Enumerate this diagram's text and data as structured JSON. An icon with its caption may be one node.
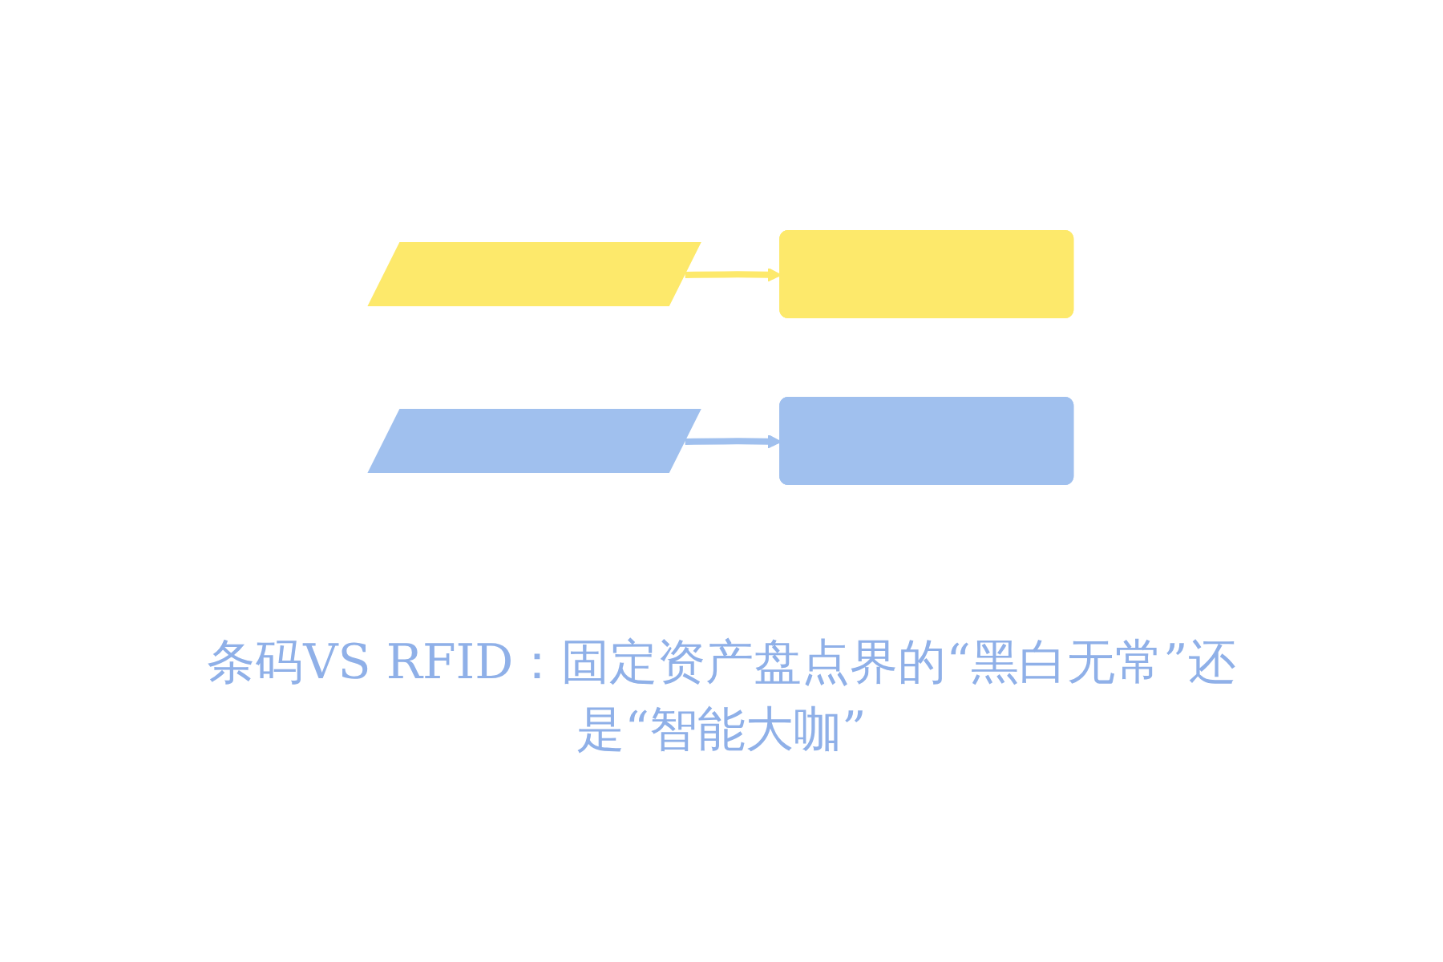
{
  "diagram": {
    "title": "条码VS RFID：固定资产盘点界的“黑白无常”还是“智能大咖”",
    "nodes": [
      {
        "text": [],
        "shape": "parallelogram"
      },
      {
        "text": [],
        "shape": "box"
      },
      {
        "text": [],
        "shape": "parallelogram"
      },
      {
        "text": [],
        "shape": "box"
      }
    ],
    "edges": [
      {
        "from": 0,
        "to": 1,
        "arrow": "to",
        "color": "#fde96b"
      },
      {
        "from": 2,
        "to": 3,
        "arrow": "to",
        "color": "#a0c0ee"
      }
    ]
  }
}
